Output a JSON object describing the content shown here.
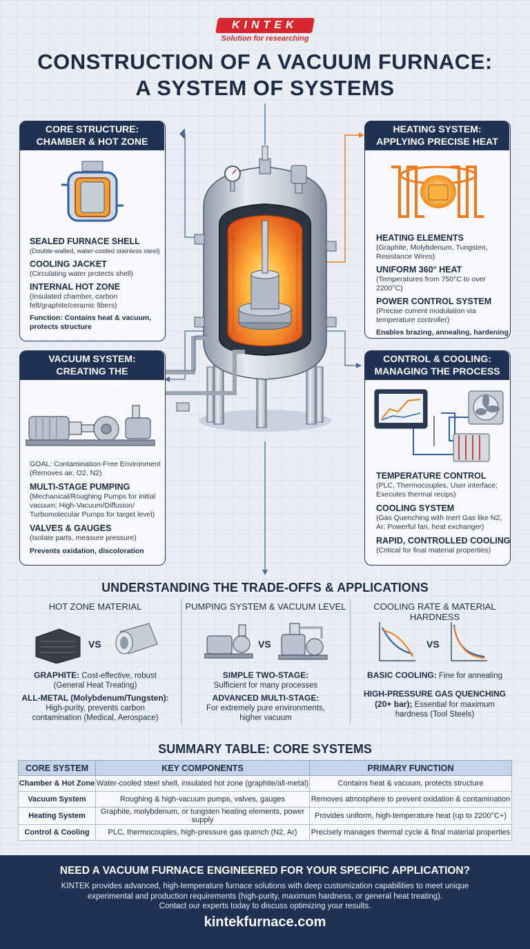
{
  "brand": {
    "logo": "KINTEK",
    "tagline": "Solution for researching"
  },
  "title": {
    "line1": "CONSTRUCTION OF A VACUUM FURNACE:",
    "line2": "A SYSTEM OF SYSTEMS"
  },
  "panels": {
    "core": {
      "title1": "CORE STRUCTURE:",
      "title2": "CHAMBER & HOT ZONE",
      "items": [
        {
          "h": "SEALED FURNACE SHELL",
          "d": "(Double-walled, water-cooled stainless steel)"
        },
        {
          "h": "COOLING JACKET",
          "d": "(Circulating water protects shell)"
        },
        {
          "h": "INTERNAL HOT ZONE",
          "d1": "(Insulated chamber, carbon",
          "d2": "felt/graphite/ceramic fibers)"
        }
      ],
      "function1": "Function: Contains heat & vacuum,",
      "function2": "protects structure"
    },
    "heating": {
      "title1": "HEATING SYSTEM:",
      "title2": "APPLYING PRECISE HEAT",
      "items": [
        {
          "h": "HEATING ELEMENTS",
          "d1": "(Graphite, Molybdenum, Tungsten,",
          "d2": "Resistance Wires)"
        },
        {
          "h": "UNIFORM 360° HEAT",
          "d1": "(Temperatures from 750°C to over",
          "d2": "2200°C)"
        },
        {
          "h": "POWER CONTROL SYSTEM",
          "d1": "(Precise current modulation via",
          "d2": "temperature controller)"
        }
      ],
      "function": "Enables brazing, annealing, hardening"
    },
    "vacuum": {
      "title1": "VACUUM SYSTEM:",
      "title2": "CREATING THE ENVIRONMENT",
      "goal1": "GOAL: Contamination-Free Environment",
      "goal2": "(Removes air, O2, N2)",
      "items": [
        {
          "h": "MULTI-STAGE PUMPING",
          "d1": "(Mechanical/Roughing Pumps for initial",
          "d2": "vacuum; High-Vacuum/Diffusion/",
          "d3": "Turbomolecular Pumps for target level)"
        },
        {
          "h": "VALVES & GAUGES",
          "d1": "(Isolate parts, measure pressure)"
        }
      ],
      "function": "Prevents oxidation, discoloration"
    },
    "control": {
      "title1": "CONTROL & COOLING:",
      "title2": "MANAGING THE PROCESS",
      "items": [
        {
          "h": "TEMPERATURE CONTROL",
          "d1": "(PLC, Thermocouples, User interface;",
          "d2": "Executes thermal recips)"
        },
        {
          "h": "COOLING SYSTEM",
          "d1": "(Gas Quenching with Inert Gas like N2,",
          "d2": "Ar; Powerful fan, heat exchanger)"
        },
        {
          "h": "RAPID, CONTROLLED COOLING",
          "d1": "(Critical for final material properties)"
        }
      ]
    }
  },
  "tradeoffs": {
    "title": "UNDERSTANDING THE TRADE-OFFS & APPLICATIONS",
    "vs": "VS",
    "cols": [
      {
        "title": "HOT ZONE MATERIAL",
        "a_bold": "GRAPHITE:",
        "a_text": " Cost-effective, robust",
        "a_sub": "(General Heat Treating)",
        "b_bold": "ALL-METAL (Molybdenum/Tungsten):",
        "b_l1": "High-purity, prevents carbon",
        "b_l2": "contamination (Medical, Aerospace)"
      },
      {
        "title": "PUMPING SYSTEM & VACUUM LEVEL",
        "a_bold": "SIMPLE TWO-STAGE:",
        "a_sub": "Sufficient for many processes",
        "b_bold": "ADVANCED MULTI-STAGE:",
        "b_l1": "For extremely pure environments,",
        "b_l2": "higher vacuum"
      },
      {
        "title": "COOLING RATE & MATERIAL HARDNESS",
        "a_bold": "BASIC COOLING:",
        "a_text": " Fine for annealing",
        "b_bold": "HIGH-PRESSURE GAS QUENCHING",
        "b_l1_bold": "(20+ bar);",
        "b_l1": " Essential for maximum",
        "b_l2": "hardness (Tool Steels)"
      }
    ]
  },
  "summary": {
    "title": "SUMMARY TABLE: CORE SYSTEMS",
    "headers": [
      "CORE SYSTEM",
      "KEY COMPONENTS",
      "PRIMARY FUNCTION"
    ],
    "rows": [
      [
        "Chamber & Hot Zone",
        "Water-cooled steel shell, insulated hot zone (graphite/all-metal)",
        "Contains heat & vacuum, protects structure"
      ],
      [
        "Vacuum System",
        "Roughing & high-vacuum pumps, valves, gauges",
        "Removes atmosphere to prevent oxidation & contamination"
      ],
      [
        "Heating System",
        "Graphite, molybdenum, or tungsten heating elements, power supply",
        "Provides uniform, high-temperature heat (up to 2200°C+)"
      ],
      [
        "Control & Cooling",
        "PLC, thermocouples, high-pressure gas quench (N2, Ar)",
        "Precisely manages thermal cycle & final material properties"
      ]
    ]
  },
  "footer": {
    "heading": "NEED A VACUUM FURNACE ENGINEERED FOR YOUR SPECIFIC APPLICATION?",
    "line1": "KINTEK provides advanced, high-temperature furnace solutions with deep customization capabilities to meet unique",
    "line2": "experimental and production requirements (high-purity, maximum hardness, or general heat treating).",
    "line3": "Contact our experts today to discuss optimizing your results.",
    "url": "kintekfurnace.com"
  },
  "colors": {
    "navy": "#1f3253",
    "brand_red": "#d7282f",
    "heat_orange": "#f07a1e",
    "steel": "#b9c3cf"
  }
}
